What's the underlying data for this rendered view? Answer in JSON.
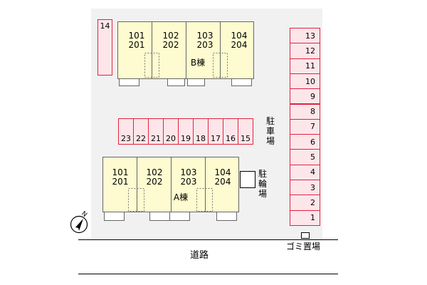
{
  "building_b": {
    "name": "B棟",
    "units": [
      {
        "upper": "101",
        "lower": "201"
      },
      {
        "upper": "102",
        "lower": "202"
      },
      {
        "upper": "103",
        "lower": "203"
      },
      {
        "upper": "104",
        "lower": "204"
      }
    ]
  },
  "building_a": {
    "name": "A棟",
    "units": [
      {
        "upper": "101",
        "lower": "201"
      },
      {
        "upper": "102",
        "lower": "202"
      },
      {
        "upper": "103",
        "lower": "203"
      },
      {
        "upper": "104",
        "lower": "204"
      }
    ]
  },
  "parking": {
    "label": "駐車場",
    "label_chars": [
      "駐",
      "車",
      "場"
    ],
    "single_space": "14",
    "middle_row": [
      "23",
      "22",
      "21",
      "20",
      "19",
      "18",
      "17",
      "16",
      "15"
    ],
    "right_column": [
      "13",
      "12",
      "11",
      "10",
      "9",
      "8",
      "7",
      "6",
      "5",
      "4",
      "3",
      "2",
      "1"
    ]
  },
  "bike_parking": {
    "label": "駐輪場",
    "label_chars": [
      "駐",
      "輪",
      "場"
    ]
  },
  "garbage": {
    "label": "ゴミ置場"
  },
  "road": {
    "label": "道路"
  },
  "compass": {
    "label": "N"
  },
  "colors": {
    "site": "#f1f1f1",
    "building": "#fdfbcf",
    "parking_fill": "#fde6ea",
    "parking_border": "#e0233f"
  }
}
